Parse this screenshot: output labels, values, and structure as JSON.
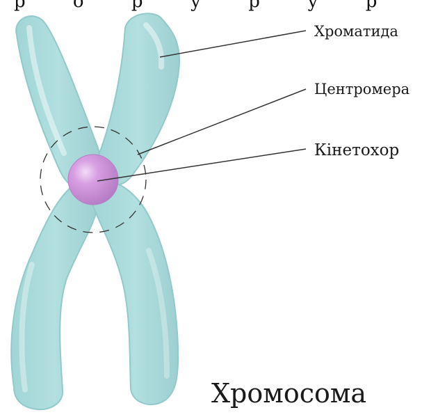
{
  "top_strip_text": "р о р у р у р",
  "labels": {
    "chromatid": "Хроматида",
    "centromere": "Центромера",
    "kinetochore": "Кінетохор"
  },
  "caption": "Хромосома",
  "colors": {
    "chromatid_fill": "#a9d9d9",
    "chromatid_edge": "#8fc6c8",
    "kinetochore_fill": "#c98ad6",
    "kinetochore_highlight": "#f1d6f5",
    "leader_line": "#333333"
  }
}
